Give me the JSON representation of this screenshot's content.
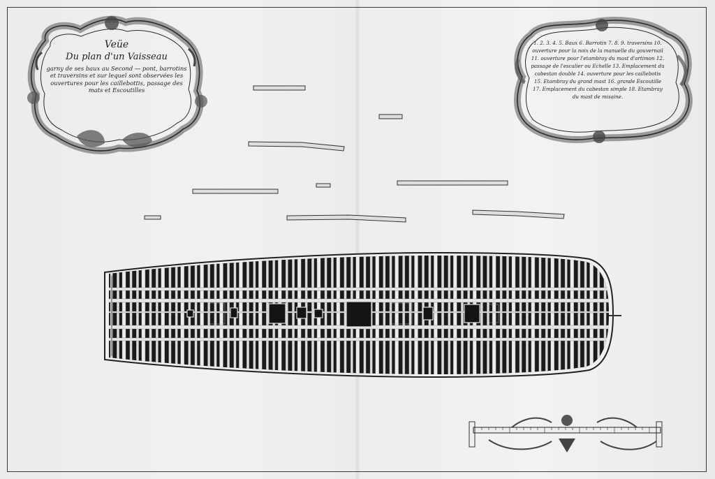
{
  "cartouche_title": {
    "line1": "Veüe",
    "line2": "Du plan d'un Vaisseau",
    "body": "garny de ses baux au Second — pont, barrotins et traversins et sur lequel sont observées les ouvertures pour les caillebottis, passage des mats et Escoutilles"
  },
  "cartouche_legend": {
    "text": "1. 2. 3. 4. 5. Baux 6. Barrotin 7. 8. 9. traversins 10. ouverture pour la noix de la manuelle du gouvernail 11. ouverture pour l'etambray du mast d'artimon 12. passage de l'escalier ou Echelle 13. Emplacement du cabestan double 14. ouverture pour les caillebotis 15. Etambray du grand mast 16. grande Escoutille 17. Emplacement du cabestan simple 18. Etambray du mast de misaine."
  },
  "colors": {
    "ink": "#222222",
    "paper": "#efefef",
    "deck_dark": "#1a1a1a",
    "timber": "#d9d9d9"
  }
}
